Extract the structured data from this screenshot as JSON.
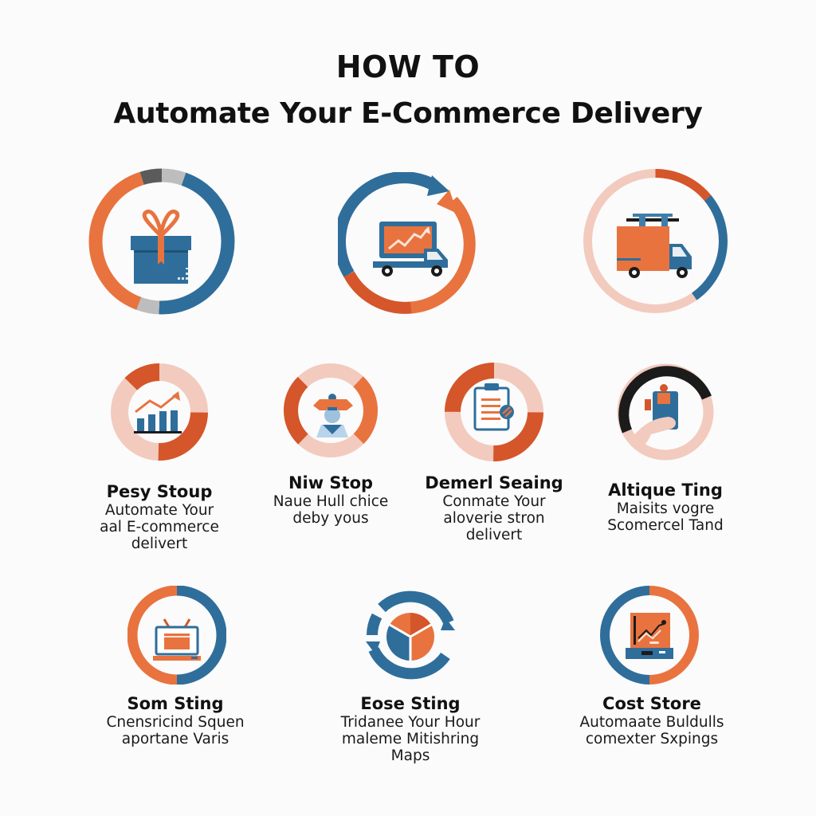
{
  "header": {
    "line1": "HOW TO",
    "line2": "Automate Your E-Commerce Delivery"
  },
  "colors": {
    "orange": "#E8733F",
    "dark_orange": "#D4562A",
    "blue": "#2F6E9B",
    "peach": "#F2CBBE",
    "dark_gray": "#5B5B5B",
    "light_gray": "#BDBDBD",
    "black": "#1b1b1b"
  },
  "top_icons": [
    {
      "icon": "gift-box-icon"
    },
    {
      "icon": "delivery-truck-chart-icon"
    },
    {
      "icon": "box-truck-icon"
    }
  ],
  "steps": [
    {
      "icon": "growth-bar-chart-icon",
      "title": "Pesy Stoup",
      "desc": [
        "Automate Your",
        "aal E-commerce",
        "delivert"
      ]
    },
    {
      "icon": "worker-avatar-icon",
      "title": "Niw Stop",
      "desc": [
        "Naue Hull chice",
        "deby yous"
      ]
    },
    {
      "icon": "clipboard-check-icon",
      "title": "Demerl Seaing",
      "desc": [
        "Conmate Your",
        "aloverie stron",
        "delivert"
      ]
    },
    {
      "icon": "hand-holding-bag-icon",
      "title": "Altique Ting",
      "desc": [
        "Maisits vogre",
        "Scomercel Tand"
      ]
    },
    {
      "icon": "laptop-screen-icon",
      "title": "Som Sting",
      "desc": [
        "Cnensricind Squen",
        "aportane Varis"
      ]
    },
    {
      "icon": "cycle-pie-chart-icon",
      "title": "Eose Sting",
      "desc": [
        "Tridanee Your Hour",
        "maleme Mitishring",
        "Maps"
      ]
    },
    {
      "icon": "laptop-analytics-icon",
      "title": "Cost Store",
      "desc": [
        "Automaate Buldulls",
        "comexter Sxpings"
      ]
    }
  ]
}
